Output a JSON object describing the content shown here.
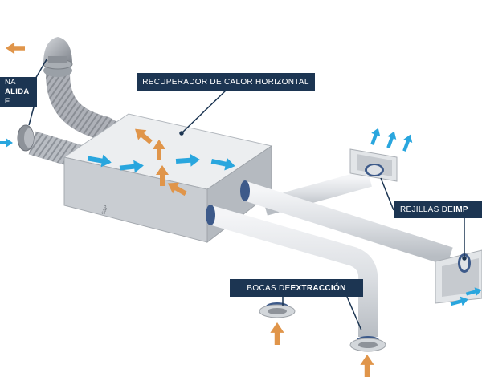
{
  "labels": {
    "recuperador": "RECUPERADOR DE CALOR HORIZONTAL",
    "rejillas_prefix": "REJILLAS DE ",
    "rejillas_bold": "IMP",
    "bocas_prefix": "BOCAS DE ",
    "bocas_bold": "EXTRACCIÓN",
    "left_line1": "NA",
    "left_line2": "ALIDA",
    "left_line3": "E"
  },
  "colors": {
    "orange_arrow": "#e0954a",
    "blue_arrow": "#29a6de",
    "callout_bg": "#1c3552",
    "pipe": "#dfe2e6",
    "box_top": "#eceef0",
    "box_side": "#c9cdd2"
  },
  "icons": [
    "orange-arrow-icon",
    "blue-arrow-icon"
  ]
}
